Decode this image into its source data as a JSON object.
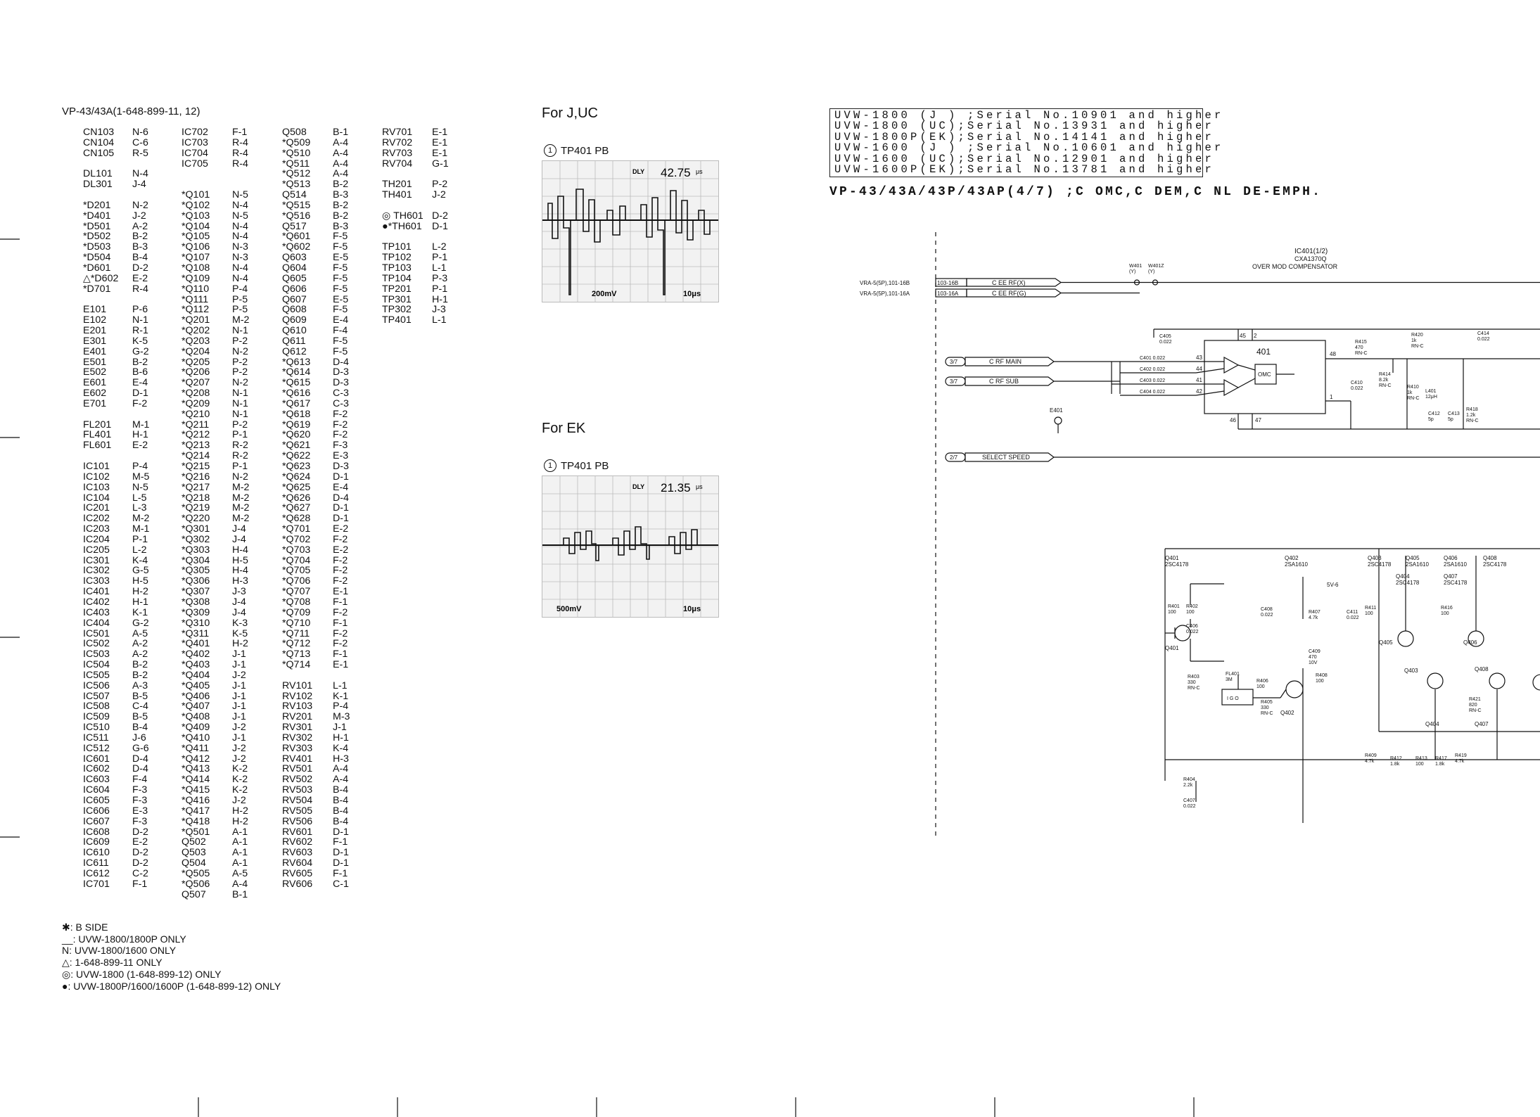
{
  "title": "VP-43/43A(1-648-899-11, 12)",
  "ref_columns": [
    [
      "CN103",
      "CN104",
      "CN105",
      "",
      "DL101",
      "DL301",
      "",
      "*D201",
      "*D401",
      "*D501",
      "*D502",
      "*D503",
      "*D504",
      "*D601",
      "△*D602",
      "*D701",
      "",
      "E101",
      "E102",
      "E201",
      "E301",
      "E401",
      "E501",
      "E502",
      "E601",
      "E602",
      "E701",
      "",
      "FL201",
      "FL401",
      "FL601",
      "",
      "IC101",
      "IC102",
      "IC103",
      "IC104",
      "IC201",
      "IC202",
      "IC203",
      "IC204",
      "IC205",
      "IC301",
      "IC302",
      "IC303",
      "IC401",
      "IC402",
      "IC403",
      "IC404",
      "IC501",
      "IC502",
      "IC503",
      "IC504",
      "IC505",
      "IC506",
      "IC507",
      "IC508",
      "IC509",
      "IC510",
      "IC511",
      "IC512",
      "IC601",
      "IC602",
      "IC603",
      "IC604",
      "IC605",
      "IC606",
      "IC607",
      "IC608",
      "IC609",
      "IC610",
      "IC611",
      "IC612",
      "IC701"
    ],
    [
      "N-6",
      "C-6",
      "R-5",
      "",
      "N-4",
      "J-4",
      "",
      "N-2",
      "J-2",
      "A-2",
      "B-2",
      "B-3",
      "B-4",
      "D-2",
      "E-2",
      "R-4",
      "",
      "P-6",
      "N-1",
      "R-1",
      "K-5",
      "G-2",
      "B-2",
      "B-6",
      "E-4",
      "D-1",
      "F-2",
      "",
      "M-1",
      "H-1",
      "E-2",
      "",
      "P-4",
      "M-5",
      "N-5",
      "L-5",
      "L-3",
      "M-2",
      "M-1",
      "P-1",
      "L-2",
      "K-4",
      "G-5",
      "H-5",
      "H-2",
      "H-1",
      "K-1",
      "G-2",
      "A-5",
      "A-2",
      "A-2",
      "B-2",
      "B-2",
      "A-3",
      "B-5",
      "C-4",
      "B-5",
      "B-4",
      "J-6",
      "G-6",
      "D-4",
      "D-4",
      "F-4",
      "F-3",
      "F-3",
      "E-3",
      "F-3",
      "D-2",
      "E-2",
      "D-2",
      "D-2",
      "C-2",
      "F-1"
    ],
    [
      "IC702",
      "IC703",
      "IC704",
      "IC705",
      "",
      "",
      "*Q101",
      "*Q102",
      "*Q103",
      "*Q104",
      "*Q105",
      "*Q106",
      "*Q107",
      "*Q108",
      "*Q109",
      "*Q110",
      "*Q111",
      "*Q112",
      "*Q201",
      "*Q202",
      "*Q203",
      "*Q204",
      "*Q205",
      "*Q206",
      "*Q207",
      "*Q208",
      "*Q209",
      "*Q210",
      "*Q211",
      "*Q212",
      "*Q213",
      "*Q214",
      "*Q215",
      "*Q216",
      "*Q217",
      "*Q218",
      "*Q219",
      "*Q220",
      "*Q301",
      "*Q302",
      "*Q303",
      "*Q304",
      "*Q305",
      "*Q306",
      "*Q307",
      "*Q308",
      "*Q309",
      "*Q310",
      "*Q311",
      "*Q401",
      "*Q402",
      "*Q403",
      "*Q404",
      "*Q405",
      "*Q406",
      "*Q407",
      "*Q408",
      "*Q409",
      "*Q410",
      "*Q411",
      "*Q412",
      "*Q413",
      "*Q414",
      "*Q415",
      "*Q416",
      "*Q417",
      "*Q418",
      "*Q501",
      "Q502",
      "Q503",
      "Q504",
      "*Q505",
      "*Q506",
      "Q507"
    ],
    [
      "F-1",
      "R-4",
      "R-4",
      "R-4",
      "",
      "",
      "N-5",
      "N-4",
      "N-5",
      "N-4",
      "N-4",
      "N-3",
      "N-3",
      "N-4",
      "N-4",
      "P-4",
      "P-5",
      "P-5",
      "M-2",
      "N-1",
      "P-2",
      "N-2",
      "P-2",
      "P-2",
      "N-2",
      "N-1",
      "N-1",
      "N-1",
      "P-2",
      "P-1",
      "R-2",
      "R-2",
      "P-1",
      "N-2",
      "M-2",
      "M-2",
      "M-2",
      "M-2",
      "J-4",
      "J-4",
      "H-4",
      "H-5",
      "H-4",
      "H-3",
      "J-3",
      "J-4",
      "J-4",
      "K-3",
      "K-5",
      "H-2",
      "J-1",
      "J-1",
      "J-2",
      "J-1",
      "J-1",
      "J-1",
      "J-1",
      "J-2",
      "J-1",
      "J-2",
      "J-2",
      "K-2",
      "K-2",
      "K-2",
      "J-2",
      "H-2",
      "H-2",
      "A-1",
      "A-1",
      "A-1",
      "A-1",
      "A-5",
      "A-4",
      "B-1"
    ],
    [
      "Q508",
      "*Q509",
      "*Q510",
      "*Q511",
      "*Q512",
      "*Q513",
      "Q514",
      "*Q515",
      "*Q516",
      "Q517",
      "*Q601",
      "*Q602",
      "Q603",
      "Q604",
      "Q605",
      "Q606",
      "Q607",
      "Q608",
      "Q609",
      "Q610",
      "Q611",
      "Q612",
      "*Q613",
      "*Q614",
      "*Q615",
      "*Q616",
      "*Q617",
      "*Q618",
      "*Q619",
      "*Q620",
      "*Q621",
      "*Q622",
      "*Q623",
      "*Q624",
      "*Q625",
      "*Q626",
      "*Q627",
      "*Q628",
      "*Q701",
      "*Q702",
      "*Q703",
      "*Q704",
      "*Q705",
      "*Q706",
      "*Q707",
      "*Q708",
      "*Q709",
      "*Q710",
      "*Q711",
      "*Q712",
      "*Q713",
      "*Q714",
      "",
      "RV101",
      "RV102",
      "RV103",
      "RV201",
      "RV301",
      "RV302",
      "RV303",
      "RV401",
      "RV501",
      "RV502",
      "RV503",
      "RV504",
      "RV505",
      "RV506",
      "RV601",
      "RV602",
      "RV603",
      "RV604",
      "RV605",
      "RV606"
    ],
    [
      "B-1",
      "A-4",
      "A-4",
      "A-4",
      "A-4",
      "B-2",
      "B-3",
      "B-2",
      "B-2",
      "B-3",
      "F-5",
      "F-5",
      "E-5",
      "F-5",
      "F-5",
      "F-5",
      "E-5",
      "F-5",
      "E-4",
      "F-4",
      "F-5",
      "F-5",
      "D-4",
      "D-3",
      "D-3",
      "C-3",
      "C-3",
      "F-2",
      "F-2",
      "F-2",
      "F-3",
      "E-3",
      "D-3",
      "D-1",
      "E-4",
      "D-4",
      "D-1",
      "D-1",
      "E-2",
      "F-2",
      "E-2",
      "F-2",
      "F-2",
      "F-2",
      "E-1",
      "F-1",
      "F-2",
      "F-1",
      "F-2",
      "F-2",
      "F-1",
      "E-1",
      "",
      "L-1",
      "K-1",
      "P-4",
      "M-3",
      "J-1",
      "H-1",
      "K-4",
      "H-3",
      "A-4",
      "A-4",
      "B-4",
      "B-4",
      "B-4",
      "B-4",
      "D-1",
      "F-1",
      "D-1",
      "D-1",
      "F-1",
      "C-1"
    ],
    [
      "RV701",
      "RV702",
      "RV703",
      "RV704",
      "",
      "TH201",
      "TH401",
      "",
      "◎ TH601",
      "●*TH601",
      "",
      "TP101",
      "TP102",
      "TP103",
      "TP104",
      "TP201",
      "TP301",
      "TP302",
      "TP401"
    ],
    [
      "E-1",
      "E-1",
      "E-1",
      "G-1",
      "",
      "P-2",
      "J-2",
      "",
      "D-2",
      "D-1",
      "",
      "L-2",
      "P-1",
      "L-1",
      "P-3",
      "P-1",
      "H-1",
      "J-3",
      "L-1"
    ]
  ],
  "legend": [
    "✱: B SIDE",
    "__: UVW-1800/1800P ONLY",
    "N: UVW-1800/1600 ONLY",
    "△: 1-648-899-11 ONLY",
    "◎: UVW-1800 (1-648-899-12) ONLY",
    "●: UVW-1800P/1600/1600P  (1-648-899-12) ONLY"
  ],
  "scopes": [
    {
      "region": "For J,UC",
      "tp": "TP401 PB",
      "num": "1",
      "dly": "DLY",
      "time": "42.75",
      "unit": "μs",
      "volt": "200mV",
      "div": "10μs"
    },
    {
      "region": "For EK",
      "tp": "TP401 PB",
      "num": "1",
      "dly": "DLY",
      "time": "21.35",
      "unit": "μs",
      "volt": "500mV",
      "div": "10μs"
    }
  ],
  "serials": [
    "UVW-1800 (J ) ;Serial No.10901 and higher",
    "UVW-1800 (UC);Serial No.13931 and higher",
    "UVW-1800P(EK);Serial No.14141 and higher",
    "UVW-1600 (J ) ;Serial No.10601 and higher",
    "UVW-1600 (UC);Serial No.12901 and higher",
    "UVW-1600P(EK);Serial No.13781 and higher"
  ],
  "schematic_title": "VP-43/43A/43P/43AP(4/7) ;C OMC,C DEM,C NL DE-EMPH.",
  "schematic": {
    "ic_name": "IC401(1/2)",
    "ic_part": "CXA1370Q",
    "ic_desc": "OVER MOD COMPENSATOR",
    "ic_number": "401",
    "omc": "OMC",
    "in1_src": "VRA-5(5P),101-16B",
    "in1_conn": "103-16B",
    "in1_sig": "C EE RF(X)",
    "in2_src": "VRA-5(5P),101-16A",
    "in2_conn": "103-16A",
    "in2_sig": "C EE RF(G)",
    "w1": "W401\n(Y)",
    "w2": "W401Z\n(Y)",
    "bus1_ref": "3/7",
    "bus1_sig": "C RF MAIN",
    "bus2_ref": "3/7",
    "bus2_sig": "C RF SUB",
    "bus3_ref": "2/7",
    "bus3_sig": "SELECT SPEED",
    "e401": "E401",
    "caps": [
      "C401 0.022",
      "C402 0.022",
      "C403 0.022",
      "C404 0.022"
    ],
    "pins_in": [
      "43",
      "44",
      "41",
      "42"
    ],
    "pin45": "45",
    "pin2": "2",
    "pin48": "48",
    "pin1": "1",
    "pin46": "46",
    "pin47": "47",
    "c405": "C405\n0.022",
    "c410": "C410\n0.022",
    "r415": "R415\n470\nRN-C",
    "r414": "R414\n8.2k\nRN-C",
    "r420": "R420\n1k\nRN-C",
    "r410": "R410\n1k\nRN-C",
    "l401": "L401\n12μH",
    "c414": "C414\n0.022",
    "c412": "C412\n5p",
    "c413": "C413\n5p",
    "r418": "R418\n1.2k\nRN-C",
    "q401": "Q401\n2SC4178",
    "q402": "Q402\n2SA1610",
    "q403": "Q403\n2SC4178",
    "q405": "Q405\n2SA1610",
    "q406": "Q406\n2SA1610",
    "q408": "Q408\n2SC4178",
    "q404": "Q404\n2SC4178",
    "q407": "Q407\n2SC4178",
    "v5": "5V-6",
    "fl401": "FL401\n3M",
    "fl_pins": "I  G  O",
    "r401": "R401\n100",
    "r402": "R402\n100",
    "c406": "C406\n0.022",
    "c408": "C408\n0.022",
    "r407": "R407\n4.7k",
    "c411": "C411\n0.022",
    "r411": "R411\n100",
    "r416": "R416\n100",
    "c409": "C409\n470\n10V",
    "r408": "R408\n100",
    "r403": "R403\n330\nRN-C",
    "r406": "R406\n100",
    "r405": "R405\n330\nRN-C",
    "r404": "R404\n2.2k",
    "c407": "C407\n0.022",
    "r409": "R409\n4.7k",
    "r412": "R412\n1.8k",
    "r413": "R413\n100",
    "r417": "R417\n1.8k",
    "r419": "R419\n4.7k",
    "r421": "R421\n820\nRN-C",
    "lbl_q401": "Q401",
    "lbl_q402": "Q402",
    "lbl_q403": "Q403",
    "lbl_q404": "Q404",
    "lbl_q405": "Q405",
    "lbl_q406": "Q406",
    "lbl_q407": "Q407",
    "lbl_q408": "Q408"
  }
}
